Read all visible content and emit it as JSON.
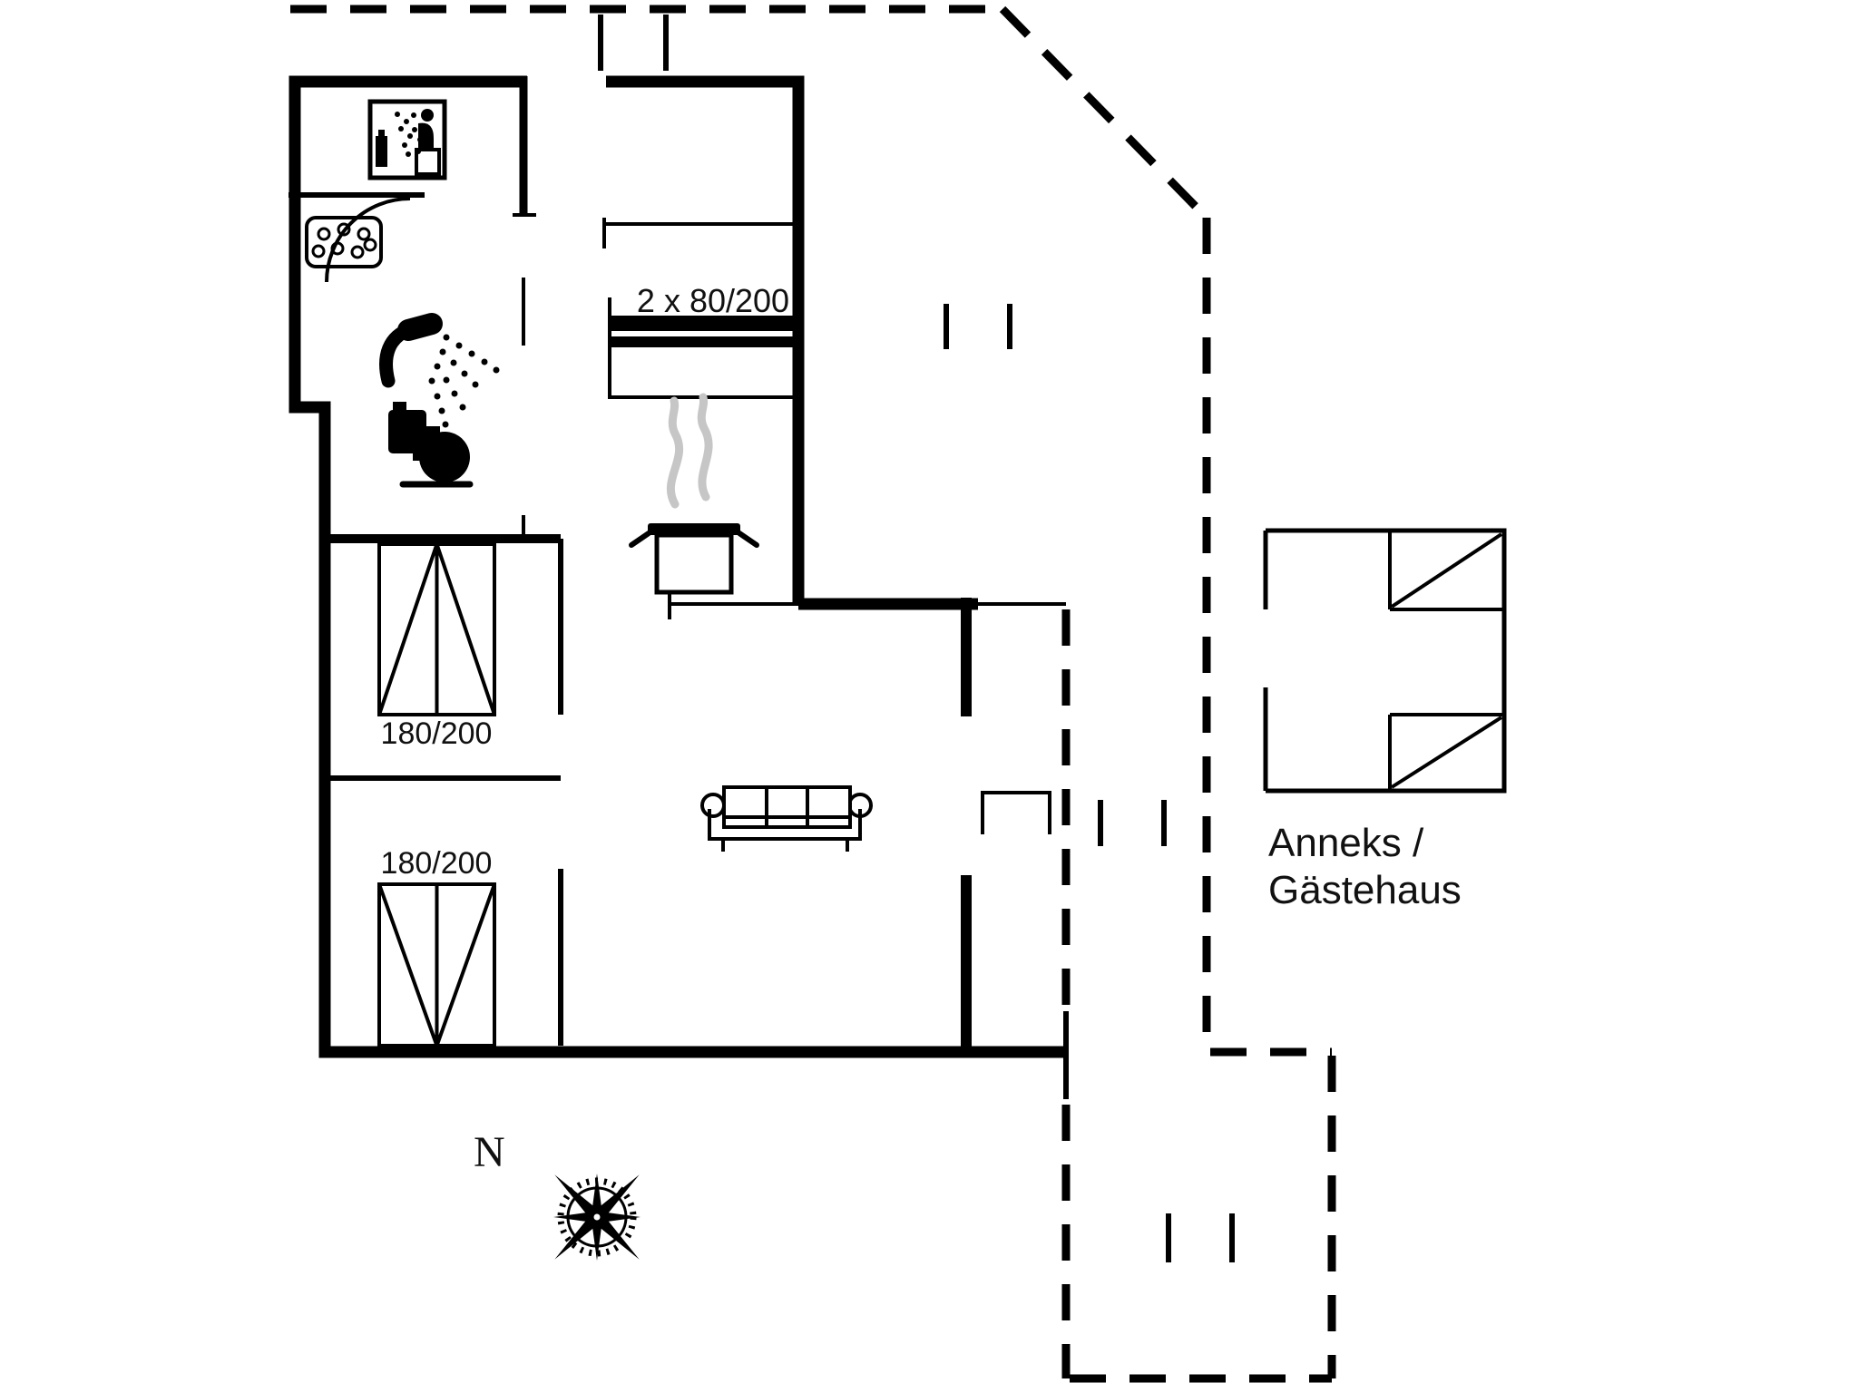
{
  "document": {
    "type": "holiday-house floor plan drawing",
    "background": "#ffffff",
    "line_color": "#000000",
    "steam_color": "#c6c6c6",
    "text_color": "#111111"
  },
  "labels": {
    "bunk_bed_size": "2 x 80/200",
    "bedroom1_bed_size": "180/200",
    "bedroom2_bed_size": "180/200",
    "annex_line1": "Anneks /",
    "annex_line2": "Gästehaus",
    "compass_north": "N"
  },
  "icons": {
    "washing_machine": "washing-machine-pictogram",
    "sink": "sink-tray-with-bubbles",
    "shower": "shower-head-with-spray",
    "toilet": "toilet-silhouette",
    "cooking_pot": "steaming-pot",
    "sofa": "three-seat-sofa",
    "compass": "compass-rose",
    "bed_double": "double-bed-with-diagonals",
    "bed_bunk": "bunk-bed-bars",
    "annex_beds": "single-beds-with-diagonal"
  }
}
